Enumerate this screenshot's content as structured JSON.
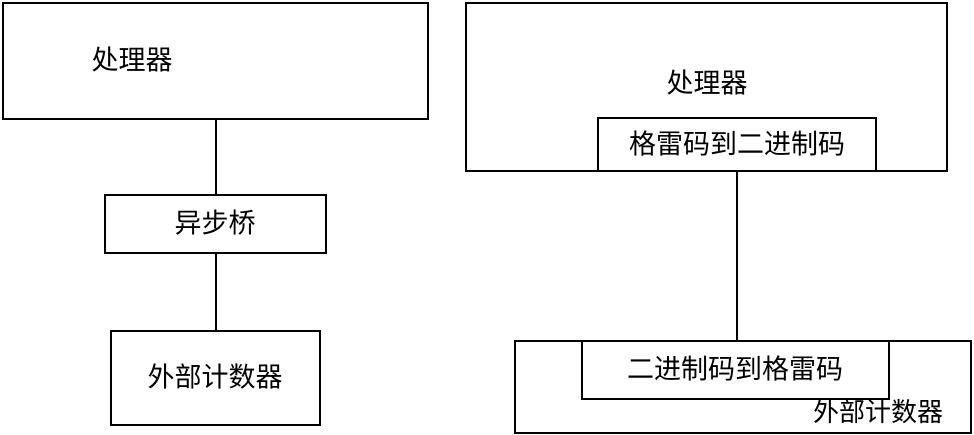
{
  "left_diagram": {
    "processor_label": "处理器",
    "async_bridge_label": "异步桥",
    "external_counter_label": "外部计数器"
  },
  "right_diagram": {
    "processor_label": "处理器",
    "gray_to_binary_label": "格雷码到二进制码",
    "binary_to_gray_label": "二进制码到格雷码",
    "external_counter_label": "外部计数器"
  }
}
